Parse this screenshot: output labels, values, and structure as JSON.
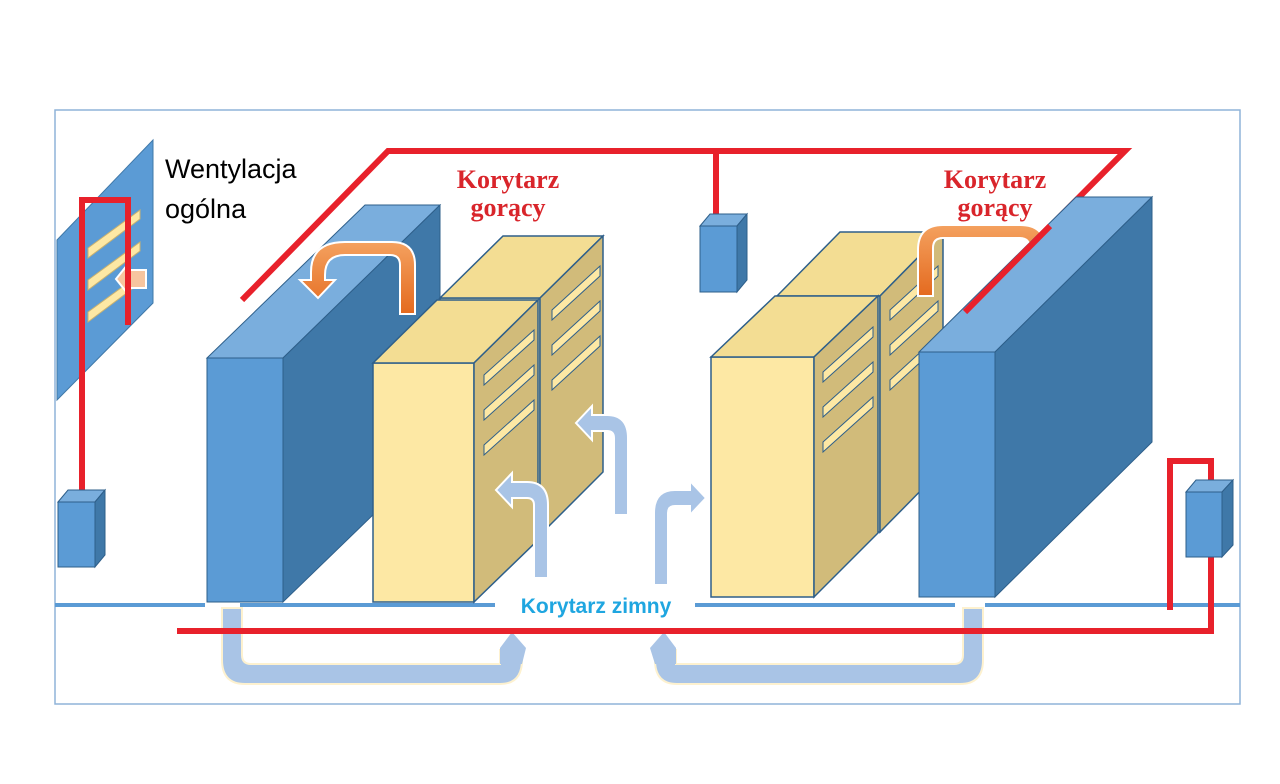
{
  "labels": {
    "general_ventilation_line1": "Wentylacja",
    "general_ventilation_line2": "ogólna",
    "hot_aisle_left_line1": "Korytarz",
    "hot_aisle_left_line2": "gorący",
    "hot_aisle_right_line1": "Korytarz",
    "hot_aisle_right_line2": "gorący",
    "cold_aisle": "Korytarz zimny"
  },
  "colors": {
    "frame": "#8fb3d9",
    "duct": "#e8212b",
    "unit_front": "#5b9bd5",
    "unit_side": "#3f78a8",
    "unit_top": "#7aaedd",
    "rack_front": "#fde8a4",
    "rack_side": "#d1bb7a",
    "rack_top": "#f3dd93",
    "hot_arrow": "#ed7d31",
    "cool_arrow": "#a9c4e6",
    "cold_label": "#1fa6e0",
    "hot_label": "#d9252b",
    "floor": "#5b9bd5"
  }
}
